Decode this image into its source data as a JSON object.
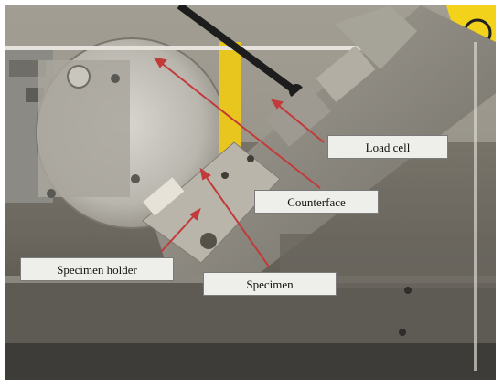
{
  "labels": {
    "load_cell": "Load cell",
    "counterface": "Counterface",
    "specimen_holder": "Specimen holder",
    "specimen": "Specimen"
  },
  "colors": {
    "arrow": "#c23a3a",
    "label_background": "#eeeeea",
    "label_border": "#7a7a7a",
    "warning_yellow": "#f2d21a"
  }
}
